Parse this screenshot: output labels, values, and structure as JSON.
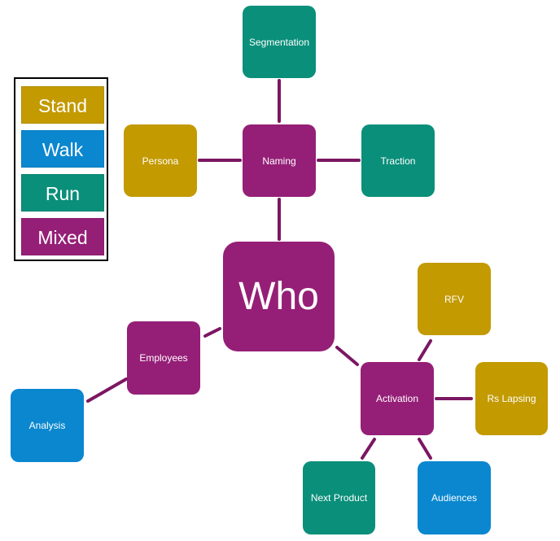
{
  "colors": {
    "stand": "#c39a00",
    "walk": "#0a87cf",
    "run": "#0a8f7a",
    "mixed": "#951f77",
    "connector": "#7b1762"
  },
  "legend": {
    "items": [
      {
        "key": "stand",
        "label": "Stand"
      },
      {
        "key": "walk",
        "label": "Walk"
      },
      {
        "key": "run",
        "label": "Run"
      },
      {
        "key": "mixed",
        "label": "Mixed"
      }
    ]
  },
  "nodes": {
    "who": "Who",
    "segmentation": "Segmentation",
    "persona": "Persona",
    "naming": "Naming",
    "traction": "Traction",
    "employees": "Employees",
    "analysis": "Analysis",
    "rfv": "RFV",
    "activation": "Activation",
    "rs_lapsing": "Rs Lapsing",
    "next_product": "Next Product",
    "audiences": "Audiences"
  },
  "node_categories": {
    "who": "mixed",
    "segmentation": "run",
    "persona": "stand",
    "naming": "mixed",
    "traction": "run",
    "employees": "mixed",
    "analysis": "walk",
    "rfv": "stand",
    "activation": "mixed",
    "rs_lapsing": "stand",
    "next_product": "run",
    "audiences": "walk"
  },
  "edges": [
    [
      "segmentation",
      "naming"
    ],
    [
      "persona",
      "naming"
    ],
    [
      "naming",
      "traction"
    ],
    [
      "naming",
      "who"
    ],
    [
      "who",
      "employees"
    ],
    [
      "employees",
      "analysis"
    ],
    [
      "who",
      "activation"
    ],
    [
      "activation",
      "rfv"
    ],
    [
      "activation",
      "rs_lapsing"
    ],
    [
      "activation",
      "next_product"
    ],
    [
      "activation",
      "audiences"
    ]
  ]
}
